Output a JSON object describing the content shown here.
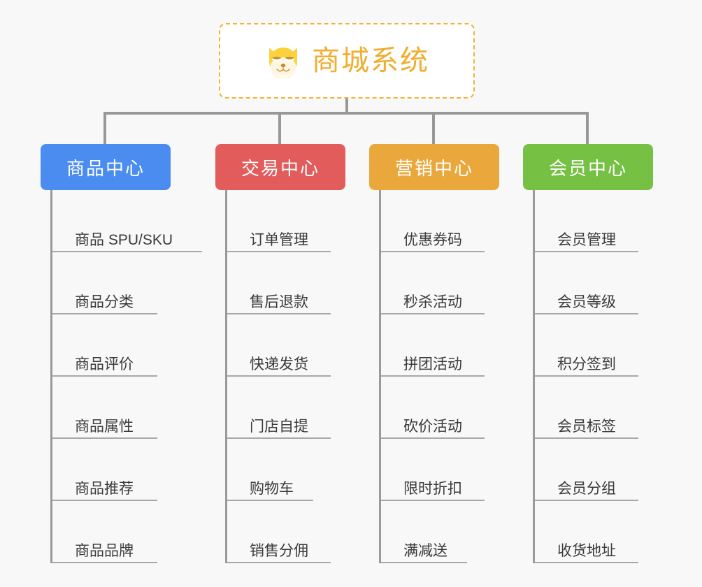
{
  "page": {
    "background_color": "#f8f8f8",
    "type": "mindmap"
  },
  "root": {
    "title": "商城系统",
    "icon": "shiba-dog-face-icon",
    "border_color": "#f2b233",
    "text_color": "#f0ad2e",
    "background_color": "#ffffff"
  },
  "connector_color": "#989898",
  "branches": [
    {
      "label": "商品中心",
      "color": "#4a8cf0",
      "items": [
        "商品 SPU/SKU",
        "商品分类",
        "商品评价",
        "商品属性",
        "商品推荐",
        "商品品牌"
      ]
    },
    {
      "label": "交易中心",
      "color": "#e25c5c",
      "items": [
        "订单管理",
        "售后退款",
        "快递发货",
        "门店自提",
        "购物车",
        "销售分佣"
      ]
    },
    {
      "label": "营销中心",
      "color": "#eaa83c",
      "items": [
        "优惠券码",
        "秒杀活动",
        "拼团活动",
        "砍价活动",
        "限时折扣",
        "满减送"
      ]
    },
    {
      "label": "会员中心",
      "color": "#76c144",
      "items": [
        "会员管理",
        "会员等级",
        "积分签到",
        "会员标签",
        "会员分组",
        "收货地址"
      ]
    }
  ]
}
